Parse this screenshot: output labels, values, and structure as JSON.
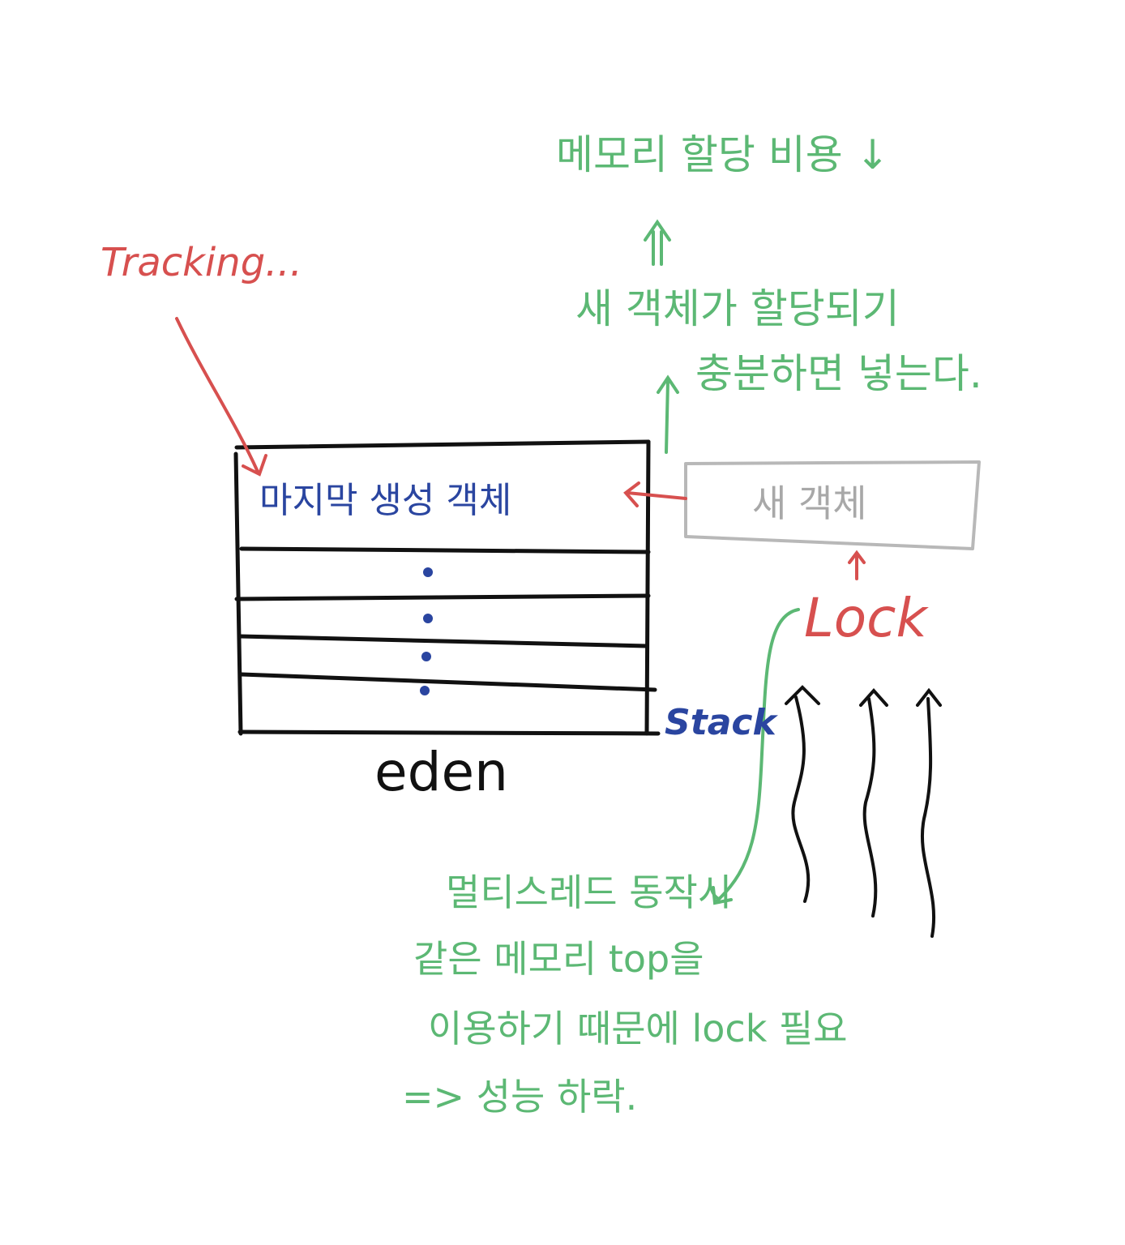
{
  "colors": {
    "green": "#5cb874",
    "red": "#d7504f",
    "blue": "#2a45a0",
    "gray": "#a8a8a8",
    "black": "#111111"
  },
  "labels": {
    "tracking": "Tracking...",
    "memory_cost": "메모리 할당 비용 ↓",
    "new_obj_line1": "새 객체가  할당되기",
    "new_obj_line2": "충분하면 넣는다.",
    "last_obj": "마지막 생성 객체",
    "new_obj_box": "새 객체",
    "lock": "Lock",
    "stack": "Stack",
    "eden": "eden",
    "multi_line1": "멀티스레드 동작시",
    "multi_line2": "같은 메모리 top을",
    "multi_line3": "이용하기  때문에 lock 필요",
    "multi_line4": "=> 성능 하락."
  }
}
